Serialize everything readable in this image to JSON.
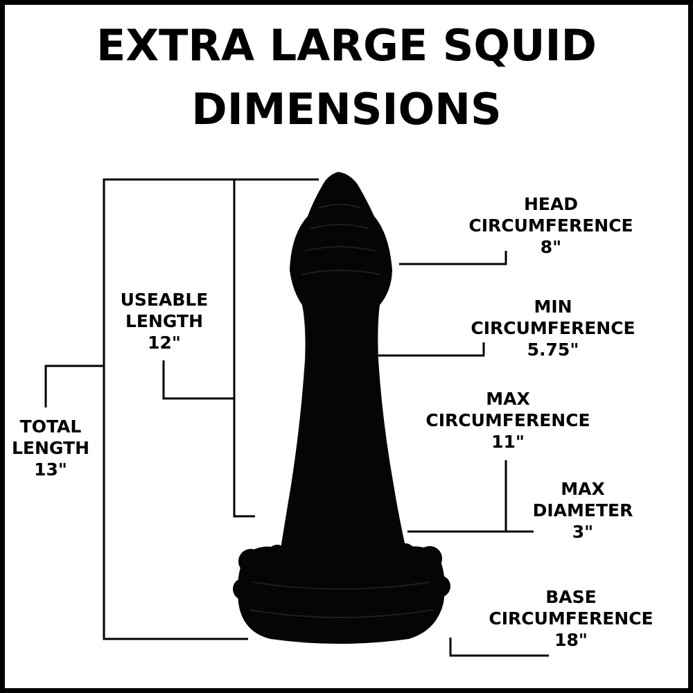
{
  "title": {
    "line1": "EXTRA LARGE SQUID",
    "line2": "DIMENSIONS"
  },
  "labels": {
    "head": {
      "name1": "HEAD",
      "name2": "CIRCUMFERENCE",
      "value": "8\""
    },
    "min": {
      "name1": "MIN",
      "name2": "CIRCUMFERENCE",
      "value": "5.75\""
    },
    "max_circ": {
      "name1": "MAX",
      "name2": "CIRCUMFERENCE",
      "value": "11\""
    },
    "max_diam": {
      "name1": "MAX",
      "name2": "DIAMETER",
      "value": "3\""
    },
    "base": {
      "name1": "BASE",
      "name2": "CIRCUMFERENCE",
      "value": "18\""
    },
    "useable": {
      "name1": "USEABLE",
      "name2": "LENGTH",
      "value": "12\""
    },
    "total": {
      "name1": "TOTAL",
      "name2": "LENGTH",
      "value": "13\""
    }
  },
  "colors": {
    "background": "#ffffff",
    "ink": "#000000",
    "product": "#050505"
  }
}
